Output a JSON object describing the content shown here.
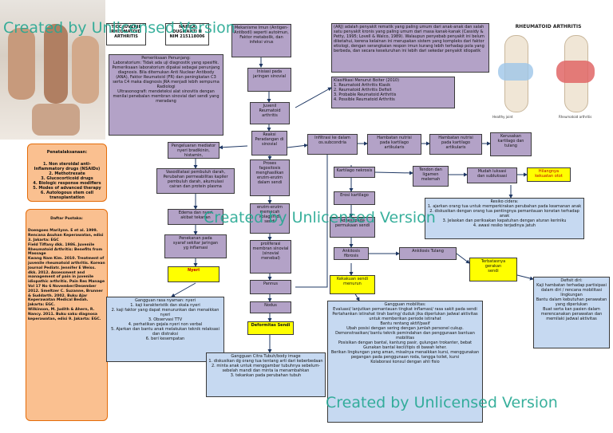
{
  "watermark": "Created by Unlicensed Version",
  "boxes": {
    "author1": "TIOC JUVENIL\nRHEUMATOID\nARTHRITIS",
    "author2": "NABILA\nDUGMANTI N\nNIM 215118006",
    "etiologi": "Mekanisme Imun (Antigen-Antibodi) seperti autoimun, Faktor metabolik, dan infeksi virus",
    "def": "(ARJ) adalah penyakit rematik yang paling umum dari anak-anak dan salah satu penyakit kronis yang paling umum dari masa kanak-kanak (Cassidy & Petty, 1995; Lovell & Walco, 1989). Walaupun penyebab penyakit ini belum diketahui, kerena kelainan ini merupakan sistem yang kompleks dari faktor etiologi, dengan serangkaian respon imun kurang lebih terhadap pola yang berbeda, dan secara keseluruhan ini lebih dari sekedar penyakit idiopatik",
    "klasifikasi": "Klasifikasi Menurut Boiter (2010)\n1. Reumatoid Arthritis Klasik\n2. Reumatoid Arthritis Defisit\n3. Probable Reumatoid Arthritis\n4. Possible Reumatoid Arthritis",
    "penunjang": "Pemeriksaan Penunjang:\nLaboratorium: Tidak ada uji diagnostik yang spesifik. Pemeriksaan laboratorium dipakai sebagai penunjang diagnosis. Bila ditemukan Anti Nuclear Antibody (ANA), Faktor Reumatoid (FR) dan peningkatan C3 serta C4 maka diagnosis JRA menjadi lebih sempurna\nRadiologi\nUltrasonografi: mendeteksi alat sinovitis dengan menilai penebalan membran sinovial dari sendi yang meradang",
    "inisiasi": "Inisiasi pada\njaringan sinovial",
    "juvenil": "Juvenil\nReumatoid\narthritis",
    "reaksi": "Reaksi\nPeradangan di\nsinovial",
    "infiltrasi": "Infiltrasi ke dalam\nos.subcondria",
    "hambatan1": "Hambatan nutrisi\npada kartilago\nartikularis",
    "hambatan2": "Hambatan nutrisi\npada kartilago\nartikularis",
    "kerusakan": "Kerusakan\nkartilago dan\ntulang",
    "penatalaksanaan_title": "Penatalaksanaan:",
    "penatalaksanaan": "1. Non steroidal anti-Inflammatory drugs (NSAIDs)\n2. Methotrexate\n3. Glucocorticoid drugs\n4. Biologic response modifiers\n5. Modes of advanced therapy\n6. Autologous stem cell transplantation",
    "mediator": "Pengeluaran mediator\nnyeri bradikinin, histamin,\nprostaglandin",
    "proses": "Proses\nfagositosis\nmenghasilkan\nenzim-enzim\ndalam sendi",
    "kartilago_nekrosis": "Kartilago nekrosis",
    "tendon": "Tendon dan\nligamen\nmelemah",
    "mudah": "Mudah luksasi\ndan subluksasi",
    "hilangnya": "Hilangnya\nkekuatan otot",
    "resiko": "Resiko cidera:\n1. ajarkan orang tua untuk memperkirakan perubahan pada keamanan anak\n2. diskusikan dengan orang tua pentingnya pemantauan konstan terhadap anak\n3. Jelaskan dan periksakan kepatuhan dengan aturan keriniku\n4. awasi resiko terjadinya jatuh",
    "vasodilatasi": "Vasodilatasi pembuluh darah,\nPerubahan permeabilitas kapiler\npembuluh darah, akumulasi\ncairan dan protein plasma",
    "enzim": "enzim-enzim\nmemecah\nkolagen di\nsendi",
    "erosi": "Erosi kartilago",
    "daftar_title": "Daftar Pustaka:",
    "daftar": "Doengoes Marilynn. E et al. 1999. Rencana Asuhan Keperawatan, edisi 3. Jakarta: EGC\nField Tiffany dkk. 1986. Juvenile Rheumatoid Arthritis: Benefits from Massage\nKwang Nam Kim. 2010. Treatment of juvenile rheumatoid arthritis. Korean Journal Pediatr. Jennifer E Weiss. dkk. 2012. Assessment and management of pain in juvenile idiopathic arthritis. Pain Res Manage Vol 17 No 6 November/Desember 2012. Smeltzer C. Suzanne, Brunner & Suddarth. 2002. Buku Ajar Keperawatan Medical Bedah. Jakarta: EGC.\nWilkinson, M. Judith & Ahern, R. Nancy. 2011. Buku saku diagnosa keperawatan, edisi 9. Jakarta: EGC.",
    "edema": "Edema dan nyeri\nakibat tekanan",
    "adhesi": "Adhesi pada\npermukaan sendi",
    "ankilosis_fibrosis": "Ankilosis fibrosis",
    "ankilosis_tulang": "Ankilosis Tulang",
    "terbatasnya": "Terbatasnya\ngerakan\nsendi",
    "penekanan": "Penekanan pada\nsyaraf sekitar jaringan\nyg inflamasi",
    "proliferasi": "proliferasi\nmembran sinovial\n(sinovial\nmenebal)",
    "nyeri": "Nyeri",
    "pannus": "Pannus",
    "kekakuan": "Kekakuan sendi\nmenurun",
    "defisit": "Defisit diri:\nKaji hambatan terhadap partisipasi dalam diri / rencana mobilitasi lingkungan\nBantu dalam kebutuhan perawatan yang diperlukan\nBuat serta kan pasien dalam\nmerencanakan perawatan dan memilaki jadwal aktivitas",
    "gangguan_nyeri": "Gangguan rasa nyaman: nyeri\n1. kaji karakteristik dan skala nyeri\n2. kaji faktor yang dapat menurunkan dan menaikkan nyeri\n3. Observasi TTV\n4. perhatikan gejala nyeri non verbal\n5. Ajarkan dan bantu anak melakukan teknik relaksasi dan distraksi\n6. beri kesempatan",
    "nodus": "Nodus",
    "deformitas": "Deformitas Sendi",
    "mobilitas": "Gangguan mobilitas:\nEvaluasi/ lanjutkan pemantauan tingkat inflamasi/ rasa sakit pada sendi\nPertahankan istirahat tirah baring/ duduk jika diperlukan jadwal aktivitas untuk memberikan periode istirahat\nBantu rentang aktif/pasif\nUbah posisi dengan sering dengan jumlah personel cukup. Demonstrasikan/ bantu teknik pemindahan dan penggunaan bantuan mobilitas\nPosisikan dengan bantal, kantung pasir, gulungan trokanter, bebat\nGunakan bantal kecil/tipis di bawah leher.\nBerikan lingkungan yang aman, misalnya menaikkan kursi, menggunakan pegangan pada penggunaan roda, tangga toilet, kursi\nKolaborasi konsul dengan ahli fisio",
    "citra": "Gangguan Citra Tubuh/body image\n1. diskusikan dg orang tua tentang arti dari keberbedaan\n2. minta anak untuk menggambar tubuhnya sebelum-sebelah mandi dan minta ia menambahkan\n3. tekankan pada perubahan tubuh"
  },
  "labels": {
    "ra_title": "RHEUMATOID ARTHRITIS",
    "healthy_joint": "Healthy joint",
    "rheumatoid_joint": "Rheumatoid arthritis"
  },
  "colors": {
    "purple": "#b3a2c7",
    "blue": "#c6d9f1",
    "yellow": "#ffff00",
    "orange": "#fac090"
  }
}
